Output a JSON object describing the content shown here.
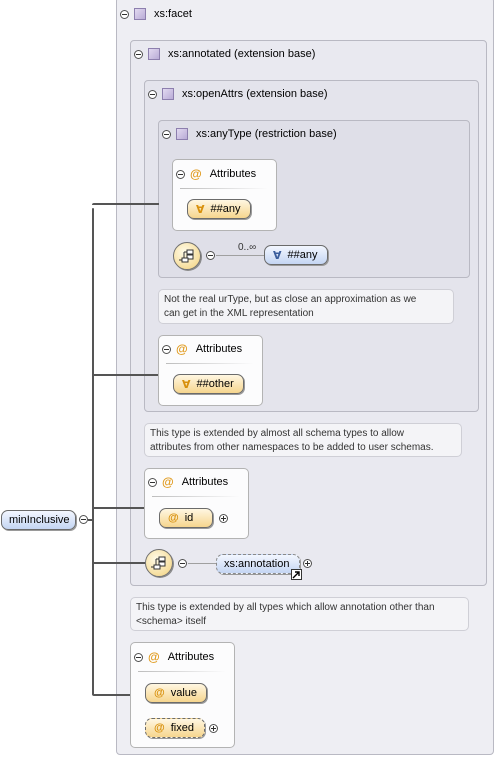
{
  "root": {
    "label": "minInclusive"
  },
  "facet": {
    "label": "xs:facet"
  },
  "annotated": {
    "label": "xs:annotated (extension base)"
  },
  "openAttrs": {
    "label": "xs:openAttrs (extension base)"
  },
  "anyType": {
    "label": "xs:anyType (restriction base)"
  },
  "anyType_attributes": {
    "title": "Attributes",
    "item": "##any"
  },
  "anyType_sequence": {
    "occurs": "0..∞",
    "item": "##any"
  },
  "anyType_comment": {
    "line1": "Not the real urType, but as close an approximation as we",
    "line2": "can get in the XML representation"
  },
  "openAttrs_attributes": {
    "title": "Attributes",
    "item": "##other"
  },
  "openAttrs_comment": {
    "line1": "This type is extended by almost all schema types to allow",
    "line2": "attributes from other namespaces to be added to user schemas."
  },
  "annotated_attributes": {
    "title": "Attributes",
    "item": "id"
  },
  "annotated_sequence": {
    "item": "xs:annotation"
  },
  "annotated_comment": {
    "line1": "This type is extended by all types which allow annotation other than",
    "line2": "<schema> itself"
  },
  "facet_attributes": {
    "title": "Attributes",
    "items": [
      "value",
      "fixed"
    ]
  },
  "symbols": {
    "any": "∀",
    "attr": "@"
  }
}
